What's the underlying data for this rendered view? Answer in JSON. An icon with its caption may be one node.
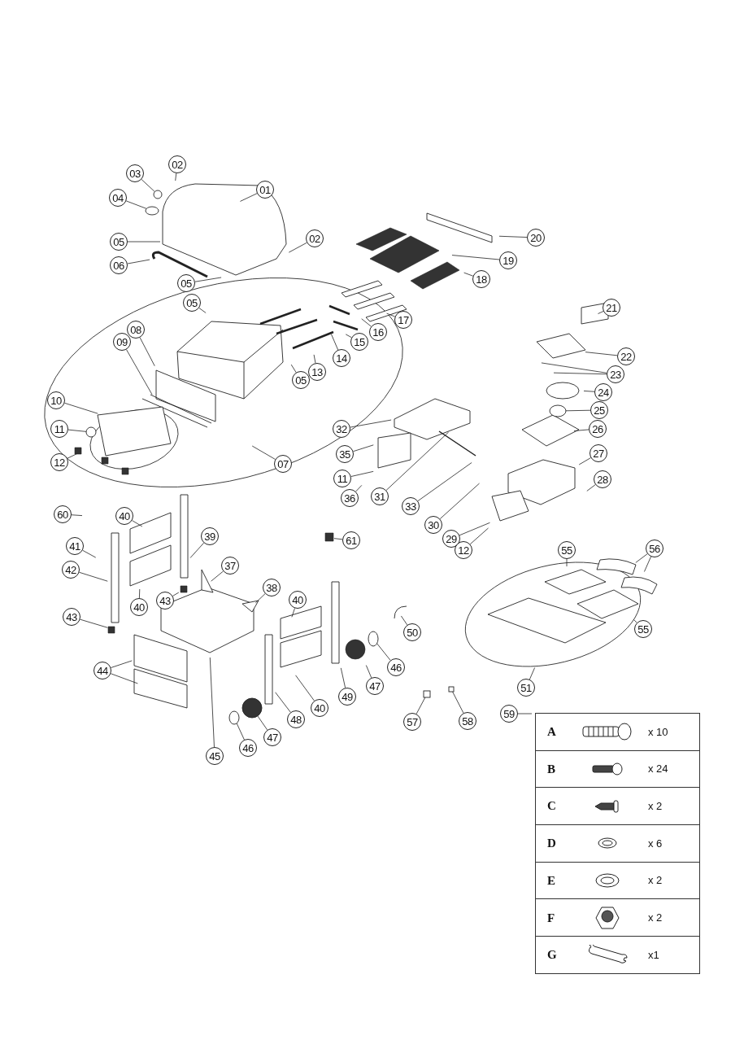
{
  "diagram": {
    "nodes": [
      {
        "text": [
          "01"
        ]
      },
      {
        "text": [
          "02"
        ]
      },
      {
        "text": [
          "03"
        ]
      },
      {
        "text": [
          "04"
        ]
      },
      {
        "text": [
          "05"
        ]
      },
      {
        "text": [
          "02"
        ]
      },
      {
        "text": [
          "06"
        ]
      },
      {
        "text": [
          "05"
        ]
      },
      {
        "text": [
          "05"
        ]
      },
      {
        "text": [
          "08"
        ]
      },
      {
        "text": [
          "09"
        ]
      },
      {
        "text": [
          "20"
        ]
      },
      {
        "text": [
          "19"
        ]
      },
      {
        "text": [
          "18"
        ]
      },
      {
        "text": [
          "17"
        ]
      },
      {
        "text": [
          "16"
        ]
      },
      {
        "text": [
          "15"
        ]
      },
      {
        "text": [
          "14"
        ]
      },
      {
        "text": [
          "13"
        ]
      },
      {
        "text": [
          "05"
        ]
      },
      {
        "text": [
          "21"
        ]
      },
      {
        "text": [
          "22"
        ]
      },
      {
        "text": [
          "23"
        ]
      },
      {
        "text": [
          "24"
        ]
      },
      {
        "text": [
          "25"
        ]
      },
      {
        "text": [
          "26"
        ]
      },
      {
        "text": [
          "27"
        ]
      },
      {
        "text": [
          "28"
        ]
      },
      {
        "text": [
          "07"
        ]
      },
      {
        "text": [
          "10"
        ]
      },
      {
        "text": [
          "11"
        ]
      },
      {
        "text": [
          "12"
        ]
      },
      {
        "text": [
          "32"
        ]
      },
      {
        "text": [
          "35"
        ]
      },
      {
        "text": [
          "11"
        ]
      },
      {
        "text": [
          "36"
        ]
      },
      {
        "text": [
          "31"
        ]
      },
      {
        "text": [
          "33"
        ]
      },
      {
        "text": [
          "30"
        ]
      },
      {
        "text": [
          "29"
        ]
      },
      {
        "text": [
          "12"
        ]
      },
      {
        "text": [
          "60"
        ]
      },
      {
        "text": [
          "40"
        ]
      },
      {
        "text": [
          "39"
        ]
      },
      {
        "text": [
          "41"
        ]
      },
      {
        "text": [
          "42"
        ]
      },
      {
        "text": [
          "37"
        ]
      },
      {
        "text": [
          "40"
        ]
      },
      {
        "text": [
          "43"
        ]
      },
      {
        "text": [
          "38"
        ]
      },
      {
        "text": [
          "43"
        ]
      },
      {
        "text": [
          "40"
        ]
      },
      {
        "text": [
          "61"
        ]
      },
      {
        "text": [
          "50"
        ]
      },
      {
        "text": [
          "46"
        ]
      },
      {
        "text": [
          "47"
        ]
      },
      {
        "text": [
          "49"
        ]
      },
      {
        "text": [
          "40"
        ]
      },
      {
        "text": [
          "48"
        ]
      },
      {
        "text": [
          "47"
        ]
      },
      {
        "text": [
          "46"
        ]
      },
      {
        "text": [
          "45"
        ]
      },
      {
        "text": [
          "44"
        ]
      },
      {
        "text": [
          "55"
        ]
      },
      {
        "text": [
          "56"
        ]
      },
      {
        "text": [
          "55"
        ]
      },
      {
        "text": [
          "51"
        ]
      },
      {
        "text": [
          "57"
        ]
      },
      {
        "text": [
          "58"
        ]
      },
      {
        "text": [
          "59"
        ]
      },
      {
        "text": [],
        "shape": "circle"
      },
      {
        "text": [],
        "shape": "circle"
      },
      {
        "text": [],
        "shape": "circle"
      },
      {
        "text": [],
        "shape": "circle"
      },
      {
        "text": [],
        "shape": "circle"
      },
      {
        "text": [],
        "shape": "circle"
      },
      {
        "text": [],
        "shape": "circle"
      },
      {
        "text": [],
        "shape": "box"
      },
      {
        "text": [],
        "shape": "box"
      }
    ],
    "edges": [
      {
        "from": 0,
        "to": null,
        "arrow": "none"
      },
      {
        "from": 1,
        "to": null,
        "arrow": "none"
      },
      {
        "from": 2,
        "to": 70,
        "arrow": "none"
      },
      {
        "from": 3,
        "to": 71,
        "arrow": "none"
      },
      {
        "from": 4,
        "to": null,
        "arrow": "none"
      },
      {
        "from": 5,
        "to": null,
        "arrow": "none"
      },
      {
        "from": 6,
        "to": null,
        "arrow": "none"
      },
      {
        "from": 7,
        "to": null,
        "arrow": "none"
      },
      {
        "from": 8,
        "to": null,
        "arrow": "none"
      },
      {
        "from": 9,
        "to": null,
        "arrow": "none"
      },
      {
        "from": 10,
        "to": null,
        "arrow": "none"
      },
      {
        "from": 11,
        "to": null,
        "arrow": "none"
      },
      {
        "from": 12,
        "to": null,
        "arrow": "none"
      },
      {
        "from": 13,
        "to": null,
        "arrow": "none"
      },
      {
        "from": 14,
        "to": null,
        "arrow": "none"
      },
      {
        "from": 15,
        "to": null,
        "arrow": "none"
      },
      {
        "from": 16,
        "to": null,
        "arrow": "none"
      },
      {
        "from": 17,
        "to": null,
        "arrow": "none"
      },
      {
        "from": 18,
        "to": null,
        "arrow": "none"
      },
      {
        "from": 19,
        "to": null,
        "arrow": "none"
      },
      {
        "from": 20,
        "to": null,
        "arrow": "none"
      },
      {
        "from": 21,
        "to": null,
        "arrow": "none"
      },
      {
        "from": 22,
        "to": null,
        "arrow": "none"
      },
      {
        "from": 23,
        "to": null,
        "arrow": "none"
      },
      {
        "from": 24,
        "to": 72,
        "arrow": "none"
      },
      {
        "from": 25,
        "to": null,
        "arrow": "none"
      },
      {
        "from": 26,
        "to": null,
        "arrow": "none"
      },
      {
        "from": 27,
        "to": null,
        "arrow": "none"
      },
      {
        "from": 28,
        "to": null,
        "arrow": "none"
      },
      {
        "from": 29,
        "to": null,
        "arrow": "none"
      },
      {
        "from": 30,
        "to": 73,
        "arrow": "none"
      },
      {
        "from": 31,
        "to": null,
        "arrow": "none"
      },
      {
        "from": 32,
        "to": null,
        "arrow": "none"
      },
      {
        "from": 33,
        "to": null,
        "arrow": "none"
      },
      {
        "from": 34,
        "to": null,
        "arrow": "none"
      },
      {
        "from": 35,
        "to": null,
        "arrow": "none"
      },
      {
        "from": 36,
        "to": null,
        "arrow": "none"
      },
      {
        "from": 37,
        "to": null,
        "arrow": "none"
      },
      {
        "from": 38,
        "to": null,
        "arrow": "none"
      },
      {
        "from": 39,
        "to": null,
        "arrow": "none"
      },
      {
        "from": 40,
        "to": null,
        "arrow": "none"
      },
      {
        "from": 41,
        "to": null,
        "arrow": "none"
      },
      {
        "from": 42,
        "to": null,
        "arrow": "none"
      },
      {
        "from": 43,
        "to": null,
        "arrow": "none"
      },
      {
        "from": 44,
        "to": null,
        "arrow": "none"
      },
      {
        "from": 45,
        "to": null,
        "arrow": "none"
      },
      {
        "from": 46,
        "to": null,
        "arrow": "none"
      },
      {
        "from": 47,
        "to": null,
        "arrow": "none"
      },
      {
        "from": 48,
        "to": null,
        "arrow": "none"
      },
      {
        "from": 49,
        "to": null,
        "arrow": "none"
      },
      {
        "from": 50,
        "to": null,
        "arrow": "none"
      },
      {
        "from": 51,
        "to": null,
        "arrow": "none"
      },
      {
        "from": 52,
        "to": null,
        "arrow": "none"
      },
      {
        "from": 53,
        "to": null,
        "arrow": "none"
      },
      {
        "from": 54,
        "to": 74,
        "arrow": "none"
      },
      {
        "from": 55,
        "to": null,
        "arrow": "none"
      },
      {
        "from": 56,
        "to": null,
        "arrow": "none"
      },
      {
        "from": 57,
        "to": null,
        "arrow": "none"
      },
      {
        "from": 58,
        "to": null,
        "arrow": "none"
      },
      {
        "from": 59,
        "to": 75,
        "arrow": "none"
      },
      {
        "from": 60,
        "to": 76,
        "arrow": "none"
      },
      {
        "from": 61,
        "to": null,
        "arrow": "none"
      },
      {
        "from": 62,
        "to": null,
        "arrow": "none"
      },
      {
        "from": 63,
        "to": null,
        "arrow": "none"
      },
      {
        "from": 64,
        "to": null,
        "arrow": "none"
      },
      {
        "from": 65,
        "to": null,
        "arrow": "none"
      },
      {
        "from": 66,
        "to": null,
        "arrow": "none"
      },
      {
        "from": 67,
        "to": 77,
        "arrow": "none"
      },
      {
        "from": 68,
        "to": 78,
        "arrow": "none"
      },
      {
        "from": 69,
        "to": null,
        "arrow": "none"
      },
      {
        "from": 22,
        "to": null,
        "arrow": "none"
      },
      {
        "from": 62,
        "to": null,
        "arrow": "none"
      },
      {
        "from": 64,
        "to": null,
        "arrow": "none"
      }
    ],
    "labels": [
      "A",
      "x 10",
      "B",
      "x 24",
      "C",
      "x 2",
      "D",
      "x 6",
      "E",
      "x 2",
      "F",
      "x 2",
      "G",
      "x1"
    ]
  }
}
